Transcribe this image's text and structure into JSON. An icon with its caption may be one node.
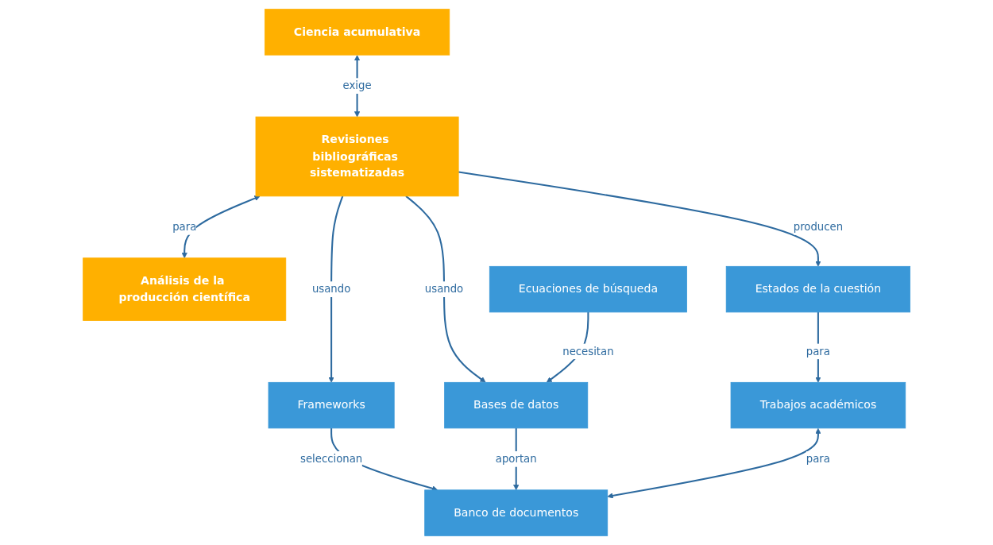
{
  "diagram": {
    "nodes": [
      {
        "text": [
          "Ciencia acumulativa"
        ]
      },
      {
        "text": [
          "Revisiones bibliográficas sistematizadas"
        ]
      },
      {
        "text": [
          "Análisis de la producción científica"
        ]
      },
      {
        "text": [
          "Estados de la cuestión"
        ]
      },
      {
        "text": [
          "Frameworks"
        ]
      },
      {
        "text": [
          "Bases de datos"
        ]
      },
      {
        "text": [
          "Trabajos académicos"
        ]
      },
      {
        "text": [
          "Banco de documentos"
        ]
      },
      {
        "text": [
          "Ecuaciones de búsqueda"
        ]
      }
    ],
    "edges": [
      {
        "from": 0,
        "to": 1,
        "arrow": "both",
        "label": "exige"
      },
      {
        "from": 1,
        "to": 2,
        "arrow": "both",
        "label": "para"
      },
      {
        "from": 1,
        "to": 3,
        "arrow": "to",
        "label": "producen"
      },
      {
        "from": 1,
        "to": 4,
        "arrow": "to",
        "label": "usando"
      },
      {
        "from": 1,
        "to": 5,
        "arrow": "to",
        "label": "usando"
      },
      {
        "from": 3,
        "to": 6,
        "arrow": "to",
        "label": "para"
      },
      {
        "from": 4,
        "to": 7,
        "arrow": "to",
        "label": "seleccionan"
      },
      {
        "from": 5,
        "to": 7,
        "arrow": "to",
        "label": "aportan"
      },
      {
        "from": 6,
        "to": 7,
        "arrow": "both",
        "label": "para"
      },
      {
        "from": 8,
        "to": 5,
        "arrow": "to",
        "label": "necesitan"
      }
    ]
  }
}
